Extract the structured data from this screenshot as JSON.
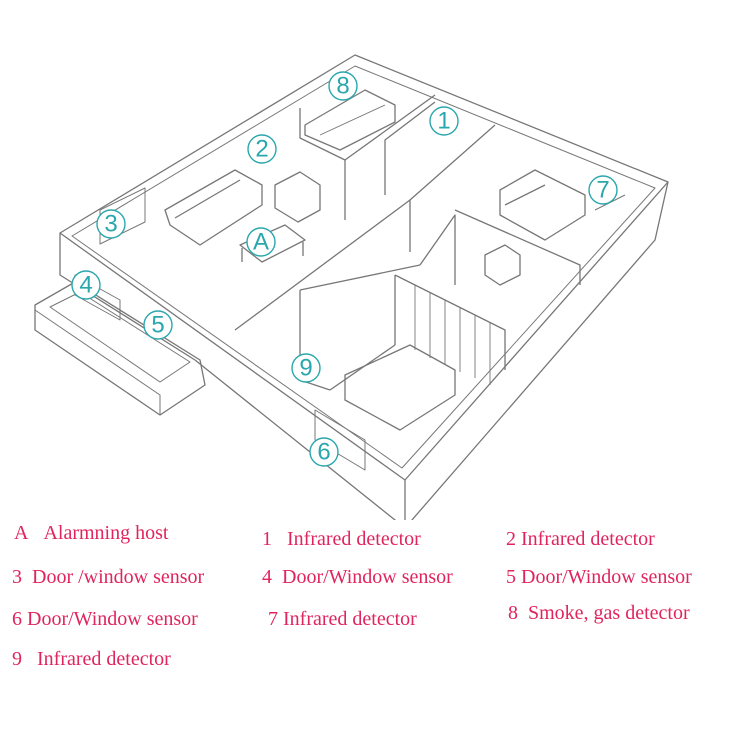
{
  "colors": {
    "marker": "#2aa7ad",
    "legend_text": "#e0245e",
    "line": "#777777"
  },
  "markers": [
    {
      "id": "A",
      "label": "A"
    },
    {
      "id": "1",
      "label": "1"
    },
    {
      "id": "2",
      "label": "2"
    },
    {
      "id": "3",
      "label": "3"
    },
    {
      "id": "4",
      "label": "4"
    },
    {
      "id": "5",
      "label": "5"
    },
    {
      "id": "6",
      "label": "6"
    },
    {
      "id": "7",
      "label": "7"
    },
    {
      "id": "8",
      "label": "8"
    },
    {
      "id": "9",
      "label": "9"
    }
  ],
  "legend": [
    {
      "key": "A",
      "text": "Alarmning host"
    },
    {
      "key": "1",
      "text": "Infrared detector"
    },
    {
      "key": "2",
      "text": "Infrared detector"
    },
    {
      "key": "3",
      "text": "Door /window sensor"
    },
    {
      "key": "4",
      "text": "Door/Window sensor"
    },
    {
      "key": "5",
      "text": "Door/Window sensor"
    },
    {
      "key": "6",
      "text": "Door/Window sensor"
    },
    {
      "key": "7",
      "text": "Infrared detector"
    },
    {
      "key": "8",
      "text": "Smoke, gas detector"
    },
    {
      "key": "9",
      "text": "Infrared detector"
    }
  ]
}
